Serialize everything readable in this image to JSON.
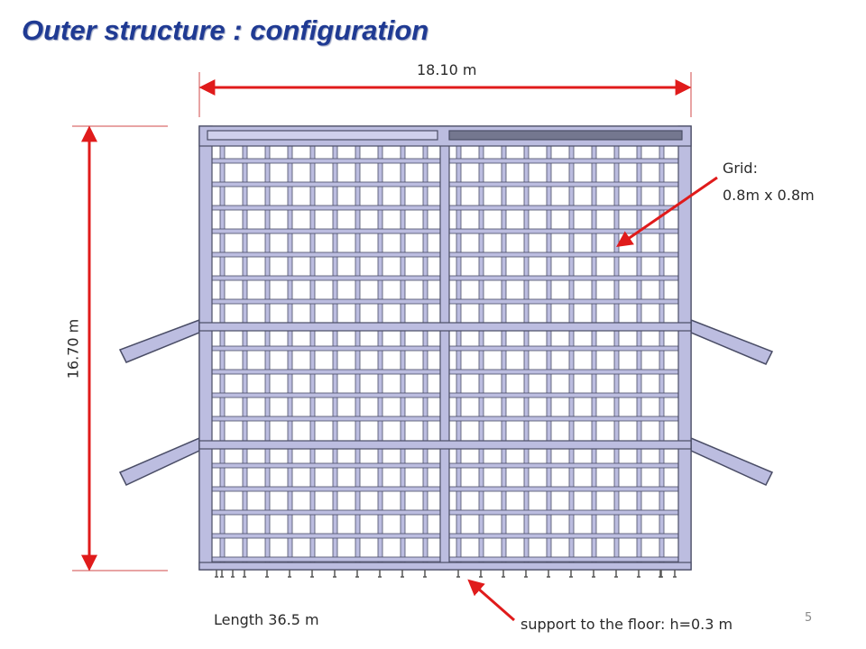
{
  "slide": {
    "title": "Outer structure : configuration",
    "page_number": "5"
  },
  "dimensions": {
    "width": "18.10 m",
    "height": "16.70 m",
    "length": "Length 36.5 m"
  },
  "annotations": {
    "grid_line1": "Grid:",
    "grid_line2": "0.8m x 0.8m",
    "support": "support to the floor: h=0.3 m"
  },
  "colors": {
    "title": "#1f3a93",
    "arrow": "#e01b1b",
    "structure_fill": "#bcbde0",
    "structure_stroke": "#4a4d66",
    "top_beam_dark": "#74778f"
  }
}
